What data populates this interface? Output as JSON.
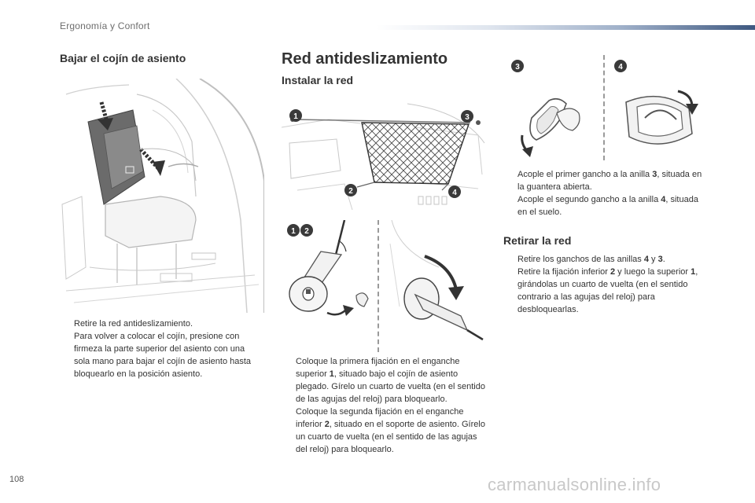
{
  "header": {
    "section_title": "Ergonomía y Confort"
  },
  "page_number": "108",
  "watermark": "carmanualsonline.info",
  "bullet_marker": "",
  "seat": {
    "title": "Bajar el cojín de asiento",
    "bullets": [
      "Retire la red antideslizamiento.",
      "Para volver a colocar el cojín, presione con firmeza la parte superior del asiento con una sola mano para bajar el cojín de asiento hasta bloquearlo en la posición asiento."
    ]
  },
  "net": {
    "title": "Red antideslizamiento",
    "install": {
      "title": "Instalar la red",
      "b1": {
        "pre": "Coloque la primera fijación en el enganche superior ",
        "num": "1",
        "post": ", situado bajo el cojín de asiento plegado. Gírelo un cuarto de vuelta (en el sentido de las agujas del reloj) para bloquearlo."
      },
      "b2": {
        "pre": "Coloque la segunda fijación en el enganche inferior ",
        "num": "2",
        "post": ", situado en el soporte de asiento. Gírelo un cuarto de vuelta (en el sentido de las agujas del reloj) para bloquearlo."
      }
    },
    "hooks": {
      "b1": {
        "pre": "Acople el primer gancho a la anilla ",
        "num": "3",
        "post": ", situada en la guantera abierta."
      },
      "b2": {
        "pre": "Acople el segundo gancho a la anilla ",
        "num": "4",
        "post": ", situada en el suelo."
      }
    },
    "remove": {
      "title": "Retirar la red",
      "b1": {
        "pre": "Retire los ganchos de las anillas ",
        "n1": "4",
        "mid": " y ",
        "n2": "3",
        "post": "."
      },
      "b2": {
        "pre": "Retire la fijación inferior ",
        "n1": "2",
        "mid": " y luego la superior ",
        "n2": "1",
        "post": ", girándolas un cuarto de vuelta (en el sentido contrario a las agujas del reloj) para desbloquearlas."
      }
    }
  },
  "callouts": {
    "c1": "1",
    "c2": "2",
    "c3": "3",
    "c4": "4"
  }
}
